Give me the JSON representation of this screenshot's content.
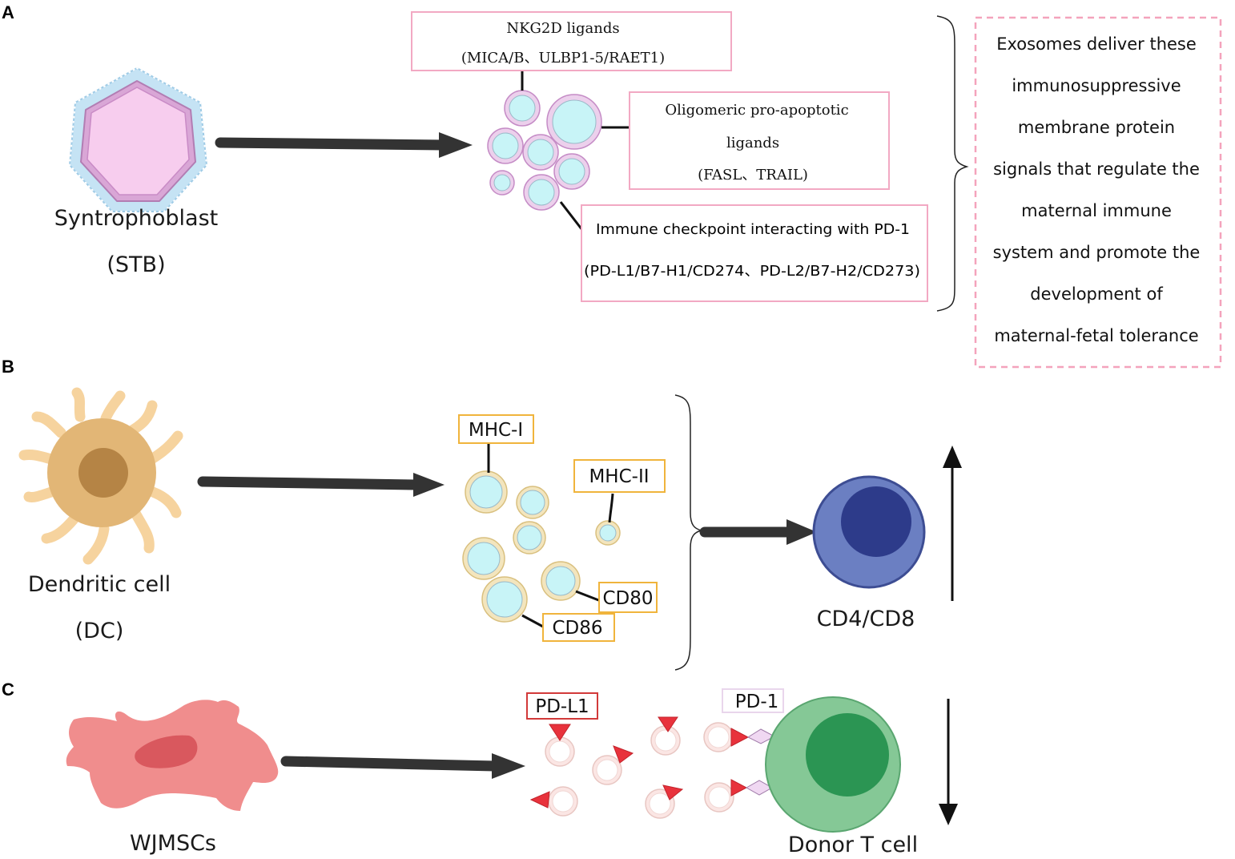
{
  "panels": {
    "a": {
      "letter": "A",
      "cell_name": "Syntrophoblast",
      "cell_abbr": "(STB)",
      "box_nkg2d": {
        "line1": "NKG2D ligands",
        "line2": "(MICA/B、ULBP1-5/RAET1)"
      },
      "box_apoptotic": {
        "line1": "Oligomeric pro-apoptotic",
        "line2": "ligands",
        "line3": "(FASL、TRAIL)"
      },
      "box_checkpoint": {
        "line1": "Immune checkpoint interacting with PD-1",
        "line2": "(PD-L1/B7-H1/CD274、PD-L2/B7-H2/CD273)"
      },
      "summary_lines": [
        "Exosomes deliver these",
        "immunosuppressive",
        "membrane protein",
        "signals that regulate the",
        "maternal immune",
        "system and promote the",
        "development of",
        "maternal-fetal tolerance"
      ]
    },
    "b": {
      "letter": "B",
      "cell_name": "Dendritic cell",
      "cell_abbr": "(DC)",
      "labels": {
        "mhc1": "MHC-I",
        "mhc2": "MHC-II",
        "cd80": "CD80",
        "cd86": "CD86"
      },
      "target_label": "CD4/CD8",
      "effect": "up"
    },
    "c": {
      "letter": "C",
      "cell_name": "WJMSCs",
      "labels": {
        "pdl1": "PD-L1",
        "pd1": "PD-1"
      },
      "target_label": "Donor T cell",
      "effect": "down"
    }
  },
  "colors": {
    "arrow": "#333333",
    "stb_fill": "#f7cdee",
    "stb_outer": "#c5e3f4",
    "pink_box": "#f2a9c3",
    "summary_border": "#f4a3bc",
    "vesicle_a_fill": "#c8f4f7",
    "vesicle_a_ring": "#d9a7d9",
    "dc_body": "#e2b676",
    "dc_nucleus": "#b58445",
    "dc_dendrite": "#f6d39e",
    "vesicle_b_ring": "#e8d49a",
    "orange_box": "#f0b43c",
    "tcell_b_outer": "#6b7fc2",
    "tcell_b_nucleus": "#2d3b8a",
    "wjmsc": "#f08d8d",
    "wjmsc_nucleus": "#d9585e",
    "vesicle_c": "#fbe6e4",
    "triangle": "#e8323c",
    "diamond": "#f0d8f2",
    "tcell_c_outer": "#85c896",
    "tcell_c_nucleus": "#2b9553",
    "pdl1_box": "#d23a3a",
    "pd1_box": "#e9d6ec"
  }
}
